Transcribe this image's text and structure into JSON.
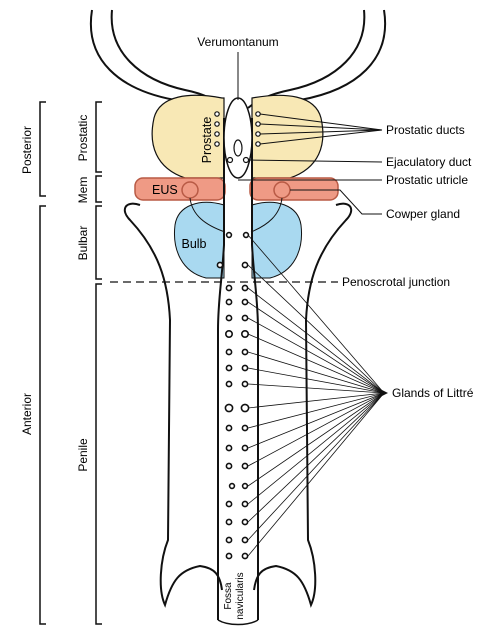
{
  "colors": {
    "prostate": "#f8e8b5",
    "eus": "#ef9a85",
    "eus_stroke": "#b85a45",
    "bulb": "#a9d9f0",
    "outline": "#111111"
  },
  "labels": {
    "verumontanum": "Verumontanum",
    "prostatic_ducts": "Prostatic ducts",
    "ejaculatory_duct": "Ejaculatory duct",
    "prostatic_utricle": "Prostatic utricle",
    "cowper_gland": "Cowper gland",
    "penoscrotal_junction": "Penoscrotal junction",
    "glands_of_littre": "Glands of Littré",
    "prostate": "Prostate",
    "eus": "EUS",
    "bulb": "Bulb",
    "fossa_line1": "Fossa",
    "fossa_line2": "navicularis"
  },
  "sections": {
    "posterior": "Posterior",
    "anterior": "Anterior",
    "prostatic": "Prostatic",
    "mem": "Mem",
    "bulbar": "Bulbar",
    "penile": "Penile"
  }
}
